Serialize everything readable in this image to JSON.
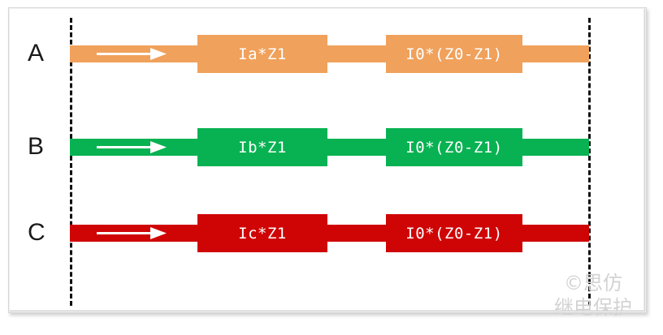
{
  "figure": {
    "title": "",
    "background_color": "#ffffff",
    "frame_color": "#e9e9e9"
  },
  "reference_lines": {
    "color": "#111111",
    "left_label": "",
    "right_label": ""
  },
  "phases": [
    {
      "id": "a",
      "label": "A",
      "color": "#f0a15c",
      "blocks": [
        {
          "text": "Ia*Z1"
        },
        {
          "text": "I0*(Z0-Z1)"
        }
      ],
      "arrow": "direction-arrow"
    },
    {
      "id": "b",
      "label": "B",
      "color": "#08b252",
      "blocks": [
        {
          "text": "Ib*Z1"
        },
        {
          "text": "I0*(Z0-Z1)"
        }
      ],
      "arrow": "direction-arrow"
    },
    {
      "id": "c",
      "label": "C",
      "color": "#cf0505",
      "blocks": [
        {
          "text": "Ic*Z1"
        },
        {
          "text": "I0*(Z0-Z1)"
        }
      ],
      "arrow": "direction-arrow"
    }
  ],
  "watermark": {
    "line1": "©思仿",
    "line2": "继电保护",
    "color": "#d3d3d3"
  },
  "chart_data": {
    "type": "bar",
    "title": "",
    "categories": [
      "A",
      "B",
      "C"
    ],
    "series": [
      {
        "name": "Ia*Z1 / Ib*Z1 / Ic*Z1",
        "values": [
          "Ia*Z1",
          "Ib*Z1",
          "Ic*Z1"
        ]
      },
      {
        "name": "I0*(Z0-Z1)",
        "values": [
          "I0*(Z0-Z1)",
          "I0*(Z0-Z1)",
          "I0*(Z0-Z1)"
        ]
      }
    ],
    "colors": [
      "#f0a15c",
      "#08b252",
      "#cf0505"
    ],
    "xlabel": "",
    "ylabel": "",
    "legend": "none",
    "grid": false
  }
}
